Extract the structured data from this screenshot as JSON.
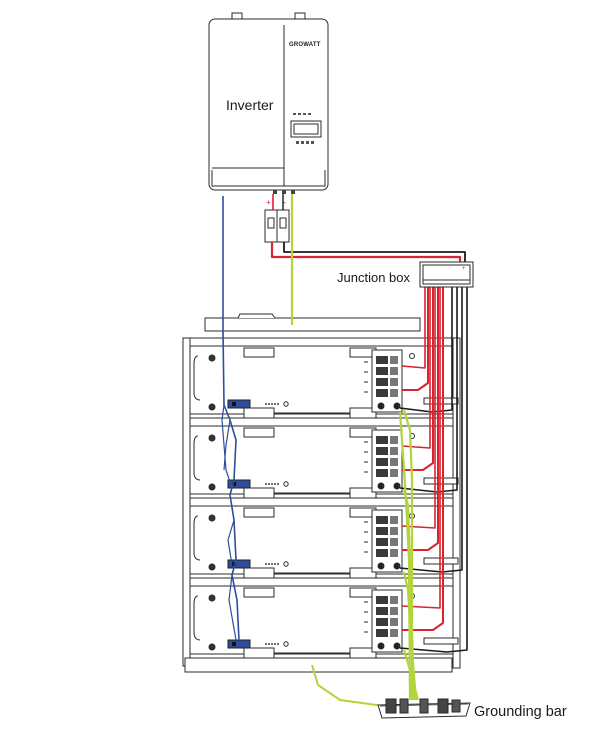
{
  "labels": {
    "inverter": "Inverter",
    "junction_box": "Junction box",
    "grounding_bar": "Grounding bar",
    "inverter_brand": "GROWATT"
  },
  "colors": {
    "positive_cable": "#d9232e",
    "negative_cable": "#1a1a1a",
    "communication_cable": "#2e4e9c",
    "ground_cable": "#b4d43c",
    "outline": "#2b2b2b"
  },
  "battery_module_count": 4
}
